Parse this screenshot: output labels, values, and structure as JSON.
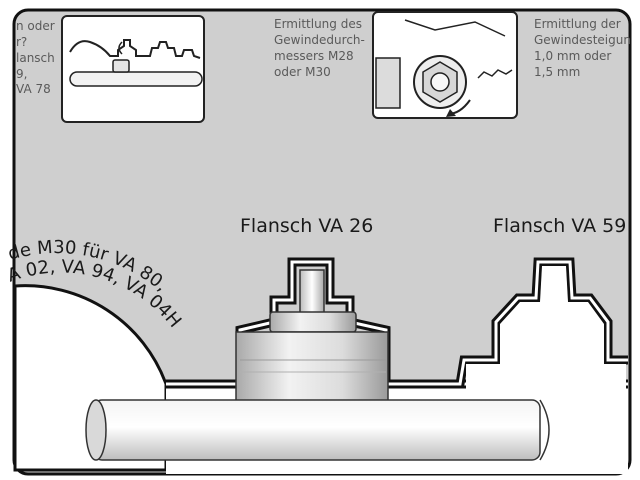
{
  "texts": {
    "step1_lines": [
      "n oder",
      "r?",
      "lansch",
      "9,",
      "VA 78"
    ],
    "step2_lines": [
      "Ermittlung des",
      "Gewindedurch-",
      "messers M28",
      "oder M30"
    ],
    "step3_lines": [
      "Ermittlung der",
      "Gewindesteigun",
      "1,0 mm oder",
      "1,5 mm"
    ],
    "flange_va26": "Flansch VA 26",
    "flange_va59": "Flansch VA 59",
    "arc_line1": "de M30 für VA 80,",
    "arc_line2": "A 02, VA 94, VA 04H"
  },
  "colors": {
    "card": "#cfcfcf",
    "outline": "#111111",
    "metal": "#e8e8e8"
  }
}
